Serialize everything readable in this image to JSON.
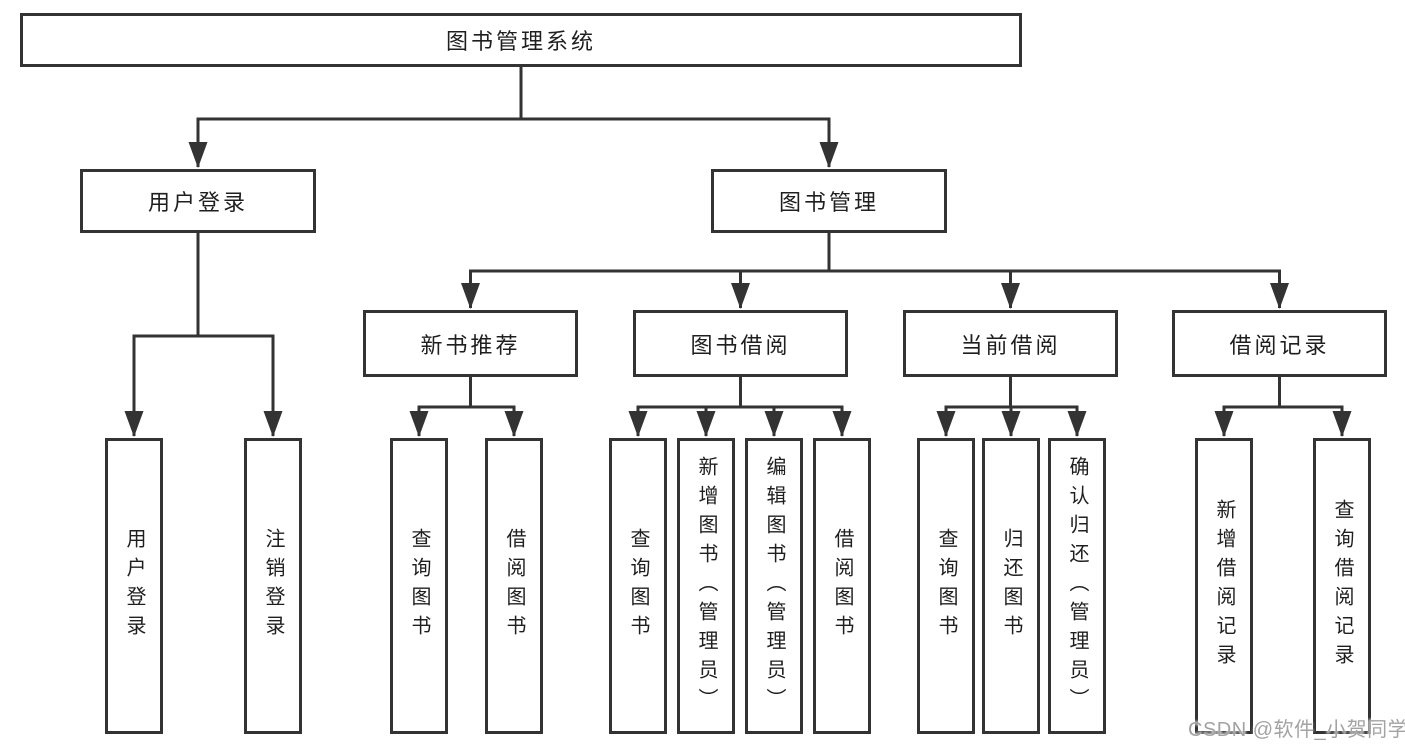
{
  "diagram": {
    "root": {
      "label": "图书管理系统"
    },
    "branches": [
      {
        "label": "用户登录",
        "children": [
          {
            "label": "用户登录"
          },
          {
            "label": "注销登录"
          }
        ]
      },
      {
        "label": "图书管理",
        "children": [
          {
            "label": "新书推荐",
            "children": [
              {
                "label": "查询图书"
              },
              {
                "label": "借阅图书"
              }
            ]
          },
          {
            "label": "图书借阅",
            "children": [
              {
                "label": "查询图书"
              },
              {
                "label": "新增图书（管理员）"
              },
              {
                "label": "编辑图书（管理员）"
              },
              {
                "label": "借阅图书"
              }
            ]
          },
          {
            "label": "当前借阅",
            "children": [
              {
                "label": "查询图书"
              },
              {
                "label": "归还图书"
              },
              {
                "label": "确认归还（管理员）"
              }
            ]
          },
          {
            "label": "借阅记录",
            "children": [
              {
                "label": "新增借阅记录"
              },
              {
                "label": "查询借阅记录"
              }
            ]
          }
        ]
      }
    ]
  },
  "watermark": {
    "text": "CSDN @软件_小贺同学"
  },
  "colors": {
    "line": "#333333",
    "box_border": "#333333",
    "text": "#1f1f1f",
    "watermark": "#a3a3a3",
    "background": "#ffffff"
  }
}
